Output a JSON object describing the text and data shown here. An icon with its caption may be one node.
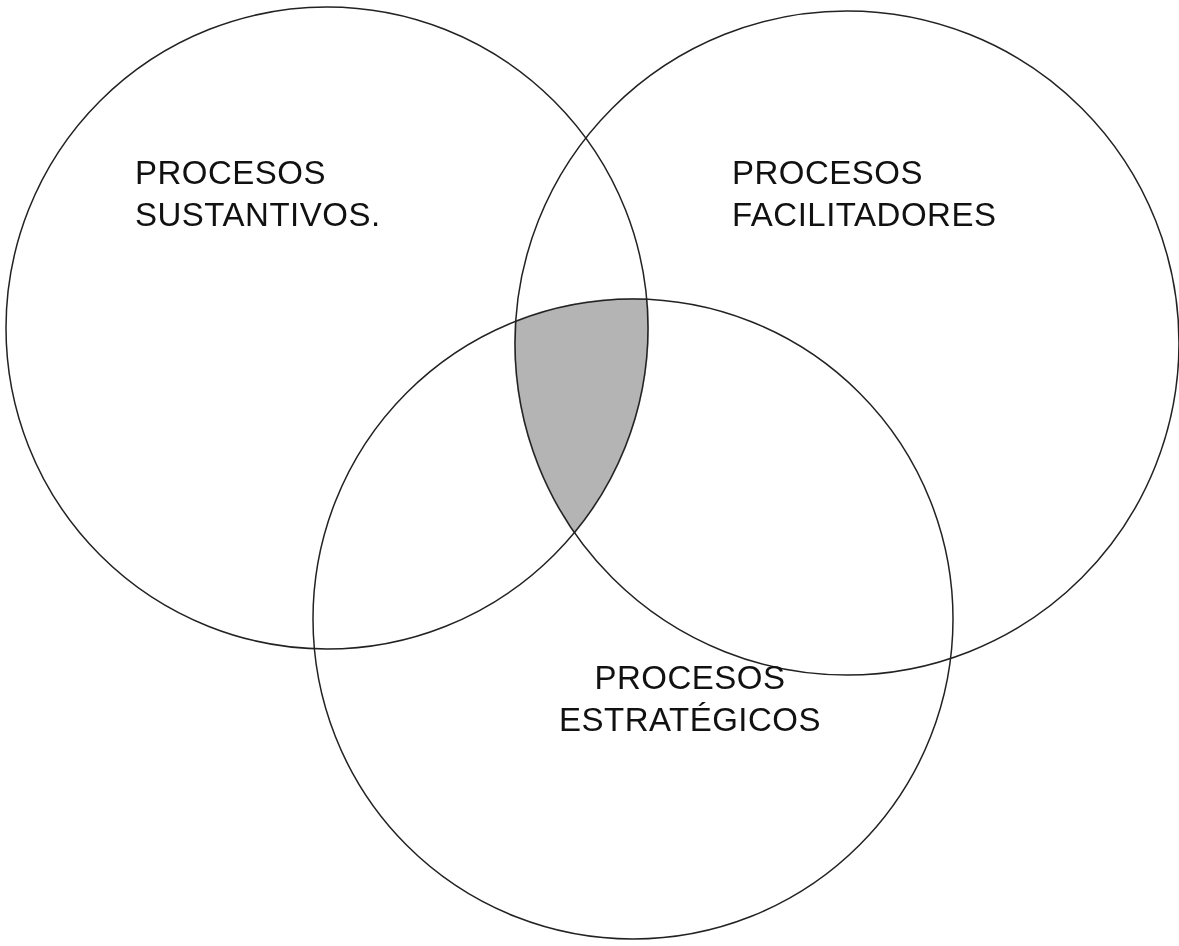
{
  "diagram": {
    "nodes": [
      {
        "text": [
          "PROCESOS SUSTANTIVOS."
        ]
      },
      {
        "text": [
          "PROCESOS FACILITADORES"
        ]
      },
      {
        "text": [
          "PROCESOS ESTRATÉGICOS"
        ]
      },
      {
        "text": [],
        "shape": "lens"
      }
    ],
    "edges": []
  }
}
